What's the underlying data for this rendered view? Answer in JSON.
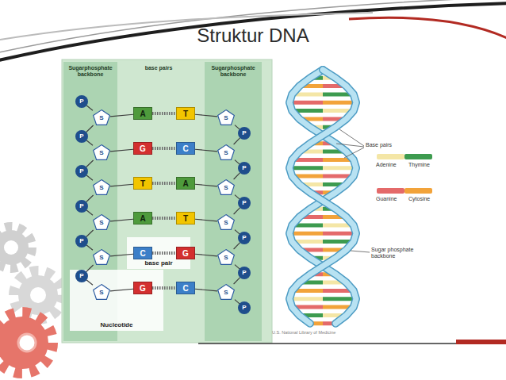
{
  "diagram": {
    "title": "Struktur DNA",
    "nodes": [
      {
        "text": [
          "Sugarphosphate backbone"
        ]
      },
      {
        "text": [
          "Sugarphosphate backbone"
        ]
      },
      {
        "text": [
          "base pair"
        ]
      },
      {
        "text": [
          "Nucleotide"
        ]
      },
      {
        "text": [
          "P"
        ],
        "in": 0
      },
      {
        "text": [
          "S"
        ],
        "in": 0
      },
      {
        "text": [
          "A"
        ]
      },
      {
        "text": [
          "T"
        ]
      },
      {
        "text": [
          "S"
        ],
        "in": 1
      },
      {
        "text": [
          "P"
        ],
        "in": 1
      },
      {
        "text": [
          "P"
        ],
        "in": 0
      },
      {
        "text": [
          "S"
        ],
        "in": 0
      },
      {
        "text": [
          "G"
        ]
      },
      {
        "text": [
          "C"
        ]
      },
      {
        "text": [
          "S"
        ],
        "in": 1
      },
      {
        "text": [
          "P"
        ],
        "in": 1
      },
      {
        "text": [
          "P"
        ],
        "in": 0
      },
      {
        "text": [
          "S"
        ],
        "in": 0
      },
      {
        "text": [
          "T"
        ]
      },
      {
        "text": [
          "A"
        ]
      },
      {
        "text": [
          "S"
        ],
        "in": 1
      },
      {
        "text": [
          "P"
        ],
        "in": 1
      },
      {
        "text": [
          "P"
        ],
        "in": 0
      },
      {
        "text": [
          "S"
        ],
        "in": 0
      },
      {
        "text": [
          "A"
        ]
      },
      {
        "text": [
          "T"
        ]
      },
      {
        "text": [
          "S"
        ],
        "in": 1
      },
      {
        "text": [
          "P"
        ],
        "in": 1
      },
      {
        "text": [
          "P"
        ],
        "in": 0
      },
      {
        "text": [
          "S"
        ],
        "in": 0
      },
      {
        "text": [
          "C"
        ],
        "in": 2
      },
      {
        "text": [
          "G"
        ],
        "in": 2
      },
      {
        "text": [
          "S"
        ],
        "in": 1
      },
      {
        "text": [
          "P"
        ],
        "in": 1
      },
      {
        "text": [
          "P"
        ],
        "in": 3
      },
      {
        "text": [
          "S"
        ],
        "in": 3
      },
      {
        "text": [
          "G"
        ],
        "in": 3
      },
      {
        "text": [
          "C"
        ]
      },
      {
        "text": [
          "S"
        ],
        "in": 1
      },
      {
        "text": [
          "P"
        ],
        "in": 1
      }
    ],
    "edges": [
      {
        "from": 4,
        "to": 5,
        "arrow": "none"
      },
      {
        "from": 5,
        "to": 6,
        "arrow": "none"
      },
      {
        "from": 6,
        "to": 7,
        "arrow": "none"
      },
      {
        "from": 7,
        "to": 8,
        "arrow": "none"
      },
      {
        "from": 8,
        "to": 9,
        "arrow": "none"
      },
      {
        "from": 5,
        "to": 10,
        "arrow": "none"
      },
      {
        "from": 9,
        "to": 14,
        "arrow": "none"
      },
      {
        "from": 10,
        "to": 11,
        "arrow": "none"
      },
      {
        "from": 11,
        "to": 12,
        "arrow": "none"
      },
      {
        "from": 12,
        "to": 13,
        "arrow": "none"
      },
      {
        "from": 13,
        "to": 14,
        "arrow": "none"
      },
      {
        "from": 14,
        "to": 15,
        "arrow": "none"
      },
      {
        "from": 11,
        "to": 16,
        "arrow": "none"
      },
      {
        "from": 15,
        "to": 20,
        "arrow": "none"
      },
      {
        "from": 16,
        "to": 17,
        "arrow": "none"
      },
      {
        "from": 17,
        "to": 18,
        "arrow": "none"
      },
      {
        "from": 18,
        "to": 19,
        "arrow": "none"
      },
      {
        "from": 19,
        "to": 20,
        "arrow": "none"
      },
      {
        "from": 20,
        "to": 21,
        "arrow": "none"
      },
      {
        "from": 17,
        "to": 22,
        "arrow": "none"
      },
      {
        "from": 21,
        "to": 26,
        "arrow": "none"
      },
      {
        "from": 22,
        "to": 23,
        "arrow": "none"
      },
      {
        "from": 23,
        "to": 24,
        "arrow": "none"
      },
      {
        "from": 24,
        "to": 25,
        "arrow": "none"
      },
      {
        "from": 25,
        "to": 26,
        "arrow": "none"
      },
      {
        "from": 26,
        "to": 27,
        "arrow": "none"
      },
      {
        "from": 23,
        "to": 28,
        "arrow": "none"
      },
      {
        "from": 27,
        "to": 32,
        "arrow": "none"
      },
      {
        "from": 28,
        "to": 29,
        "arrow": "none"
      },
      {
        "from": 29,
        "to": 30,
        "arrow": "none"
      },
      {
        "from": 30,
        "to": 31,
        "arrow": "none"
      },
      {
        "from": 31,
        "to": 32,
        "arrow": "none"
      },
      {
        "from": 32,
        "to": 33,
        "arrow": "none"
      },
      {
        "from": 29,
        "to": 34,
        "arrow": "none"
      },
      {
        "from": 33,
        "to": 38,
        "arrow": "none"
      },
      {
        "from": 34,
        "to": 35,
        "arrow": "none"
      },
      {
        "from": 35,
        "to": 36,
        "arrow": "none"
      },
      {
        "from": 36,
        "to": 37,
        "arrow": "none"
      },
      {
        "from": 37,
        "to": 38,
        "arrow": "none"
      },
      {
        "from": 38,
        "to": 39,
        "arrow": "none"
      }
    ],
    "labels": [
      "base pairs",
      "Base pairs",
      "Sugar phosphate backbone",
      "U.S. National Library of Medicine"
    ],
    "legend": [
      {
        "text": "Adenine",
        "color": "#f4e6a6"
      },
      {
        "text": "Thymine",
        "color": "#3d9b4f"
      },
      {
        "text": "Guanine",
        "color": "#e46a6a"
      },
      {
        "text": "Cytosine",
        "color": "#f2a33a"
      }
    ]
  }
}
